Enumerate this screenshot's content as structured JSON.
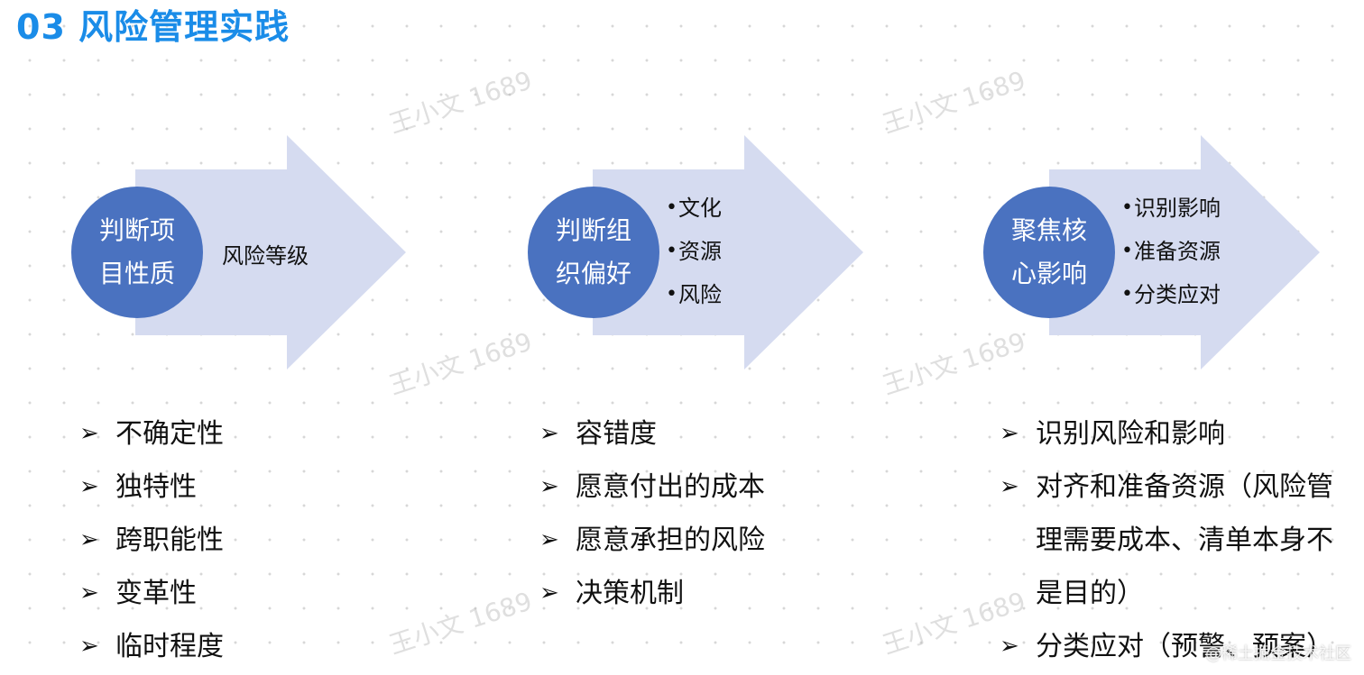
{
  "title": "03 风险管理实践",
  "colors": {
    "title": "#1a8ce8",
    "arrow": "#d5dbf0",
    "circle": "#4a72c0"
  },
  "stages": [
    {
      "circle_line1": "判断项",
      "circle_line2": "目性质",
      "arrow_text": "风险等级",
      "list": [
        "不确定性",
        "独特性",
        "跨职能性",
        "变革性",
        "临时程度"
      ]
    },
    {
      "circle_line1": "判断组",
      "circle_line2": "织偏好",
      "arrow_items": [
        "文化",
        "资源",
        "风险"
      ],
      "list": [
        "容错度",
        "愿意付出的成本",
        "愿意承担的风险",
        "决策机制"
      ]
    },
    {
      "circle_line1": "聚焦核",
      "circle_line2": "心影响",
      "arrow_items": [
        "识别影响",
        "准备资源",
        "分类应对"
      ],
      "list": [
        "识别风险和影响",
        "对齐和准备资源（风险管理需要成本、清单本身不是目的）",
        "分类应对（预警、预案）"
      ]
    }
  ],
  "list_marker": "➢",
  "bullet": "•",
  "watermark": "王小文 1689",
  "corner_mark": "@稀土掘金技术社区"
}
